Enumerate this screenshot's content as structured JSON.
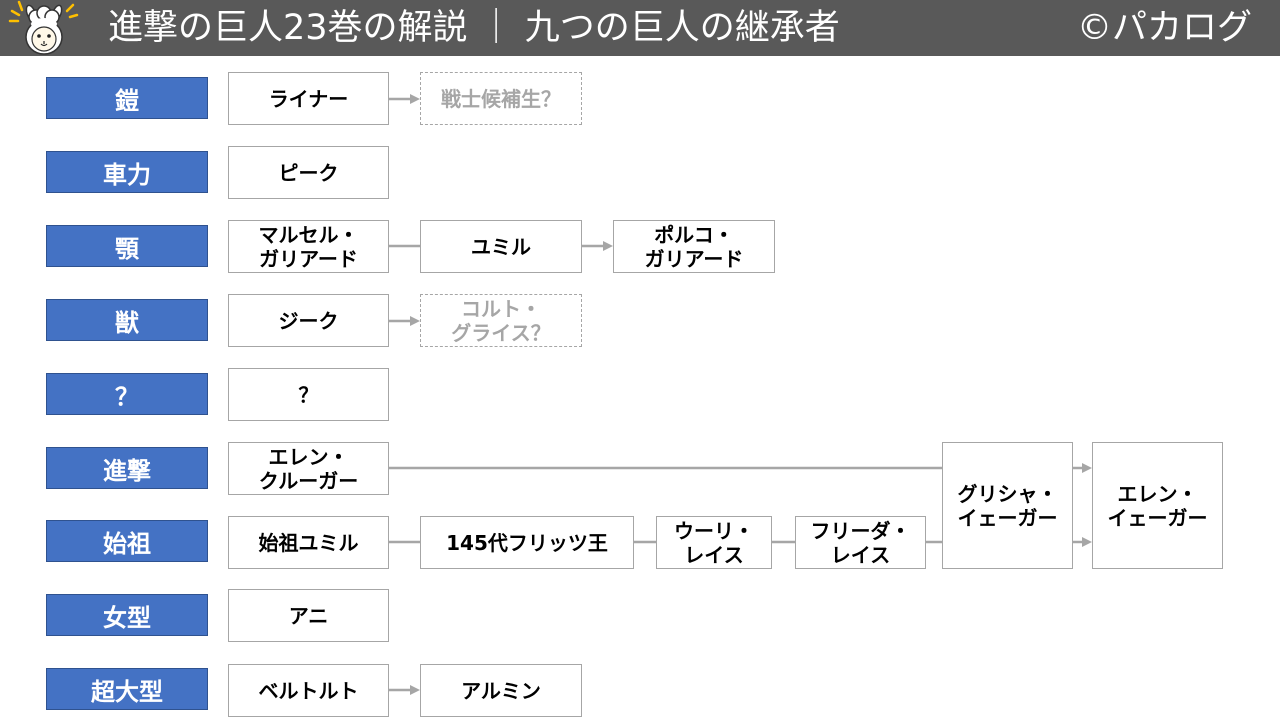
{
  "header": {
    "logo_icon": "alpaca-icon",
    "title": "進撃の巨人23巻の解説 ｜ 九つの巨人の継承者",
    "credit": "©パカログ"
  },
  "colors": {
    "header_bg": "#595959",
    "header_text": "#FFFFFF",
    "titan_label_bg": "#4472C4",
    "titan_label_text": "#FFFFFF",
    "box_border": "#A6A6A6",
    "connector": "#A6A6A6",
    "uncertain_text": "#A6A6A6"
  },
  "titans": [
    {
      "label": "鎧",
      "inheritors": [
        {
          "name": "ライナー",
          "uncertain": false
        },
        {
          "name": "戦士候補生？",
          "uncertain": true
        }
      ]
    },
    {
      "label": "車力",
      "inheritors": [
        {
          "name": "ピーク",
          "uncertain": false
        }
      ]
    },
    {
      "label": "顎",
      "inheritors": [
        {
          "name": "マルセル・\nガリアード",
          "uncertain": false
        },
        {
          "name": "ユミル",
          "uncertain": false
        },
        {
          "name": "ポルコ・\nガリアード",
          "uncertain": false
        }
      ]
    },
    {
      "label": "獣",
      "inheritors": [
        {
          "name": "ジーク",
          "uncertain": false
        },
        {
          "name": "コルト・\nグライス？",
          "uncertain": true
        }
      ]
    },
    {
      "label": "？",
      "inheritors": [
        {
          "name": "？",
          "uncertain": false
        }
      ]
    },
    {
      "label": "進撃",
      "inheritors": [
        {
          "name": "エレン・\nクルーガー",
          "uncertain": false
        }
      ]
    },
    {
      "label": "始祖",
      "inheritors": [
        {
          "name": "始祖ユミル",
          "uncertain": false
        },
        {
          "name": "145代フリッツ王",
          "uncertain": false
        },
        {
          "name": "ウーリ・\nレイス",
          "uncertain": false
        },
        {
          "name": "フリーダ・\nレイス",
          "uncertain": false
        }
      ]
    },
    {
      "label": "女型",
      "inheritors": [
        {
          "name": "アニ",
          "uncertain": false
        }
      ]
    },
    {
      "label": "超大型",
      "inheritors": [
        {
          "name": "ベルトルト",
          "uncertain": false
        },
        {
          "name": "アルミン",
          "uncertain": false
        }
      ]
    }
  ],
  "shared_inheritors": [
    {
      "name": "グリシャ・\nイェーガー",
      "uncertain": false
    },
    {
      "name": "エレン・\nイェーガー",
      "uncertain": false
    }
  ]
}
